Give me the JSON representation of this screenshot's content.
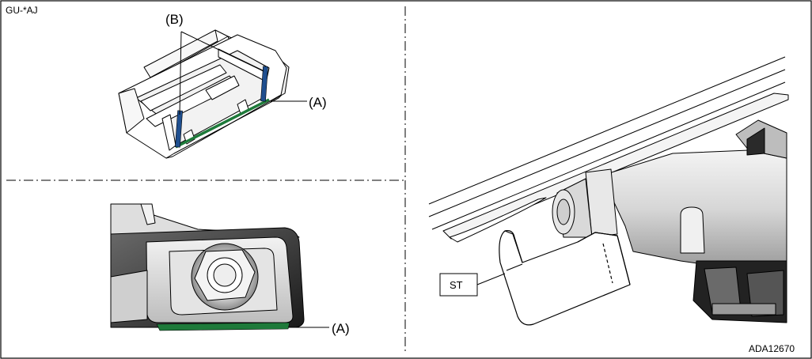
{
  "figure": {
    "model_code": "GU-*AJ",
    "figure_id": "ADA12670"
  },
  "callouts": {
    "a_top": "(A)",
    "b_top": "(B)",
    "a_bottom": "(A)",
    "special_tool": "ST"
  },
  "colors": {
    "tape_green": "#1e7a3a",
    "strip_blue": "#1f4f8f",
    "line": "#000000",
    "background": "#ffffff"
  }
}
